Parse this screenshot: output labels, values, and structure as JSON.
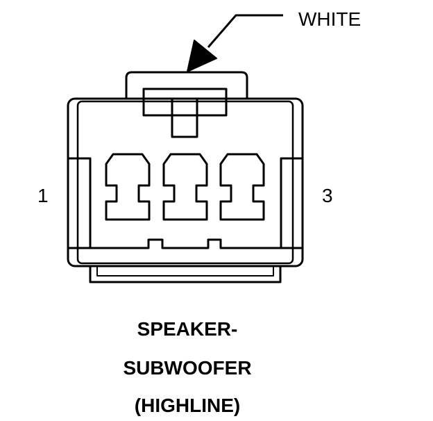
{
  "connector": {
    "color_label": "WHITE",
    "pin_first": "1",
    "pin_last": "3",
    "pin_count": 3,
    "name_lines": [
      "SPEAKER-",
      "SUBWOOFER",
      "(HIGHLINE)"
    ]
  },
  "colors": {
    "line": "#000000",
    "background": "#ffffff"
  }
}
